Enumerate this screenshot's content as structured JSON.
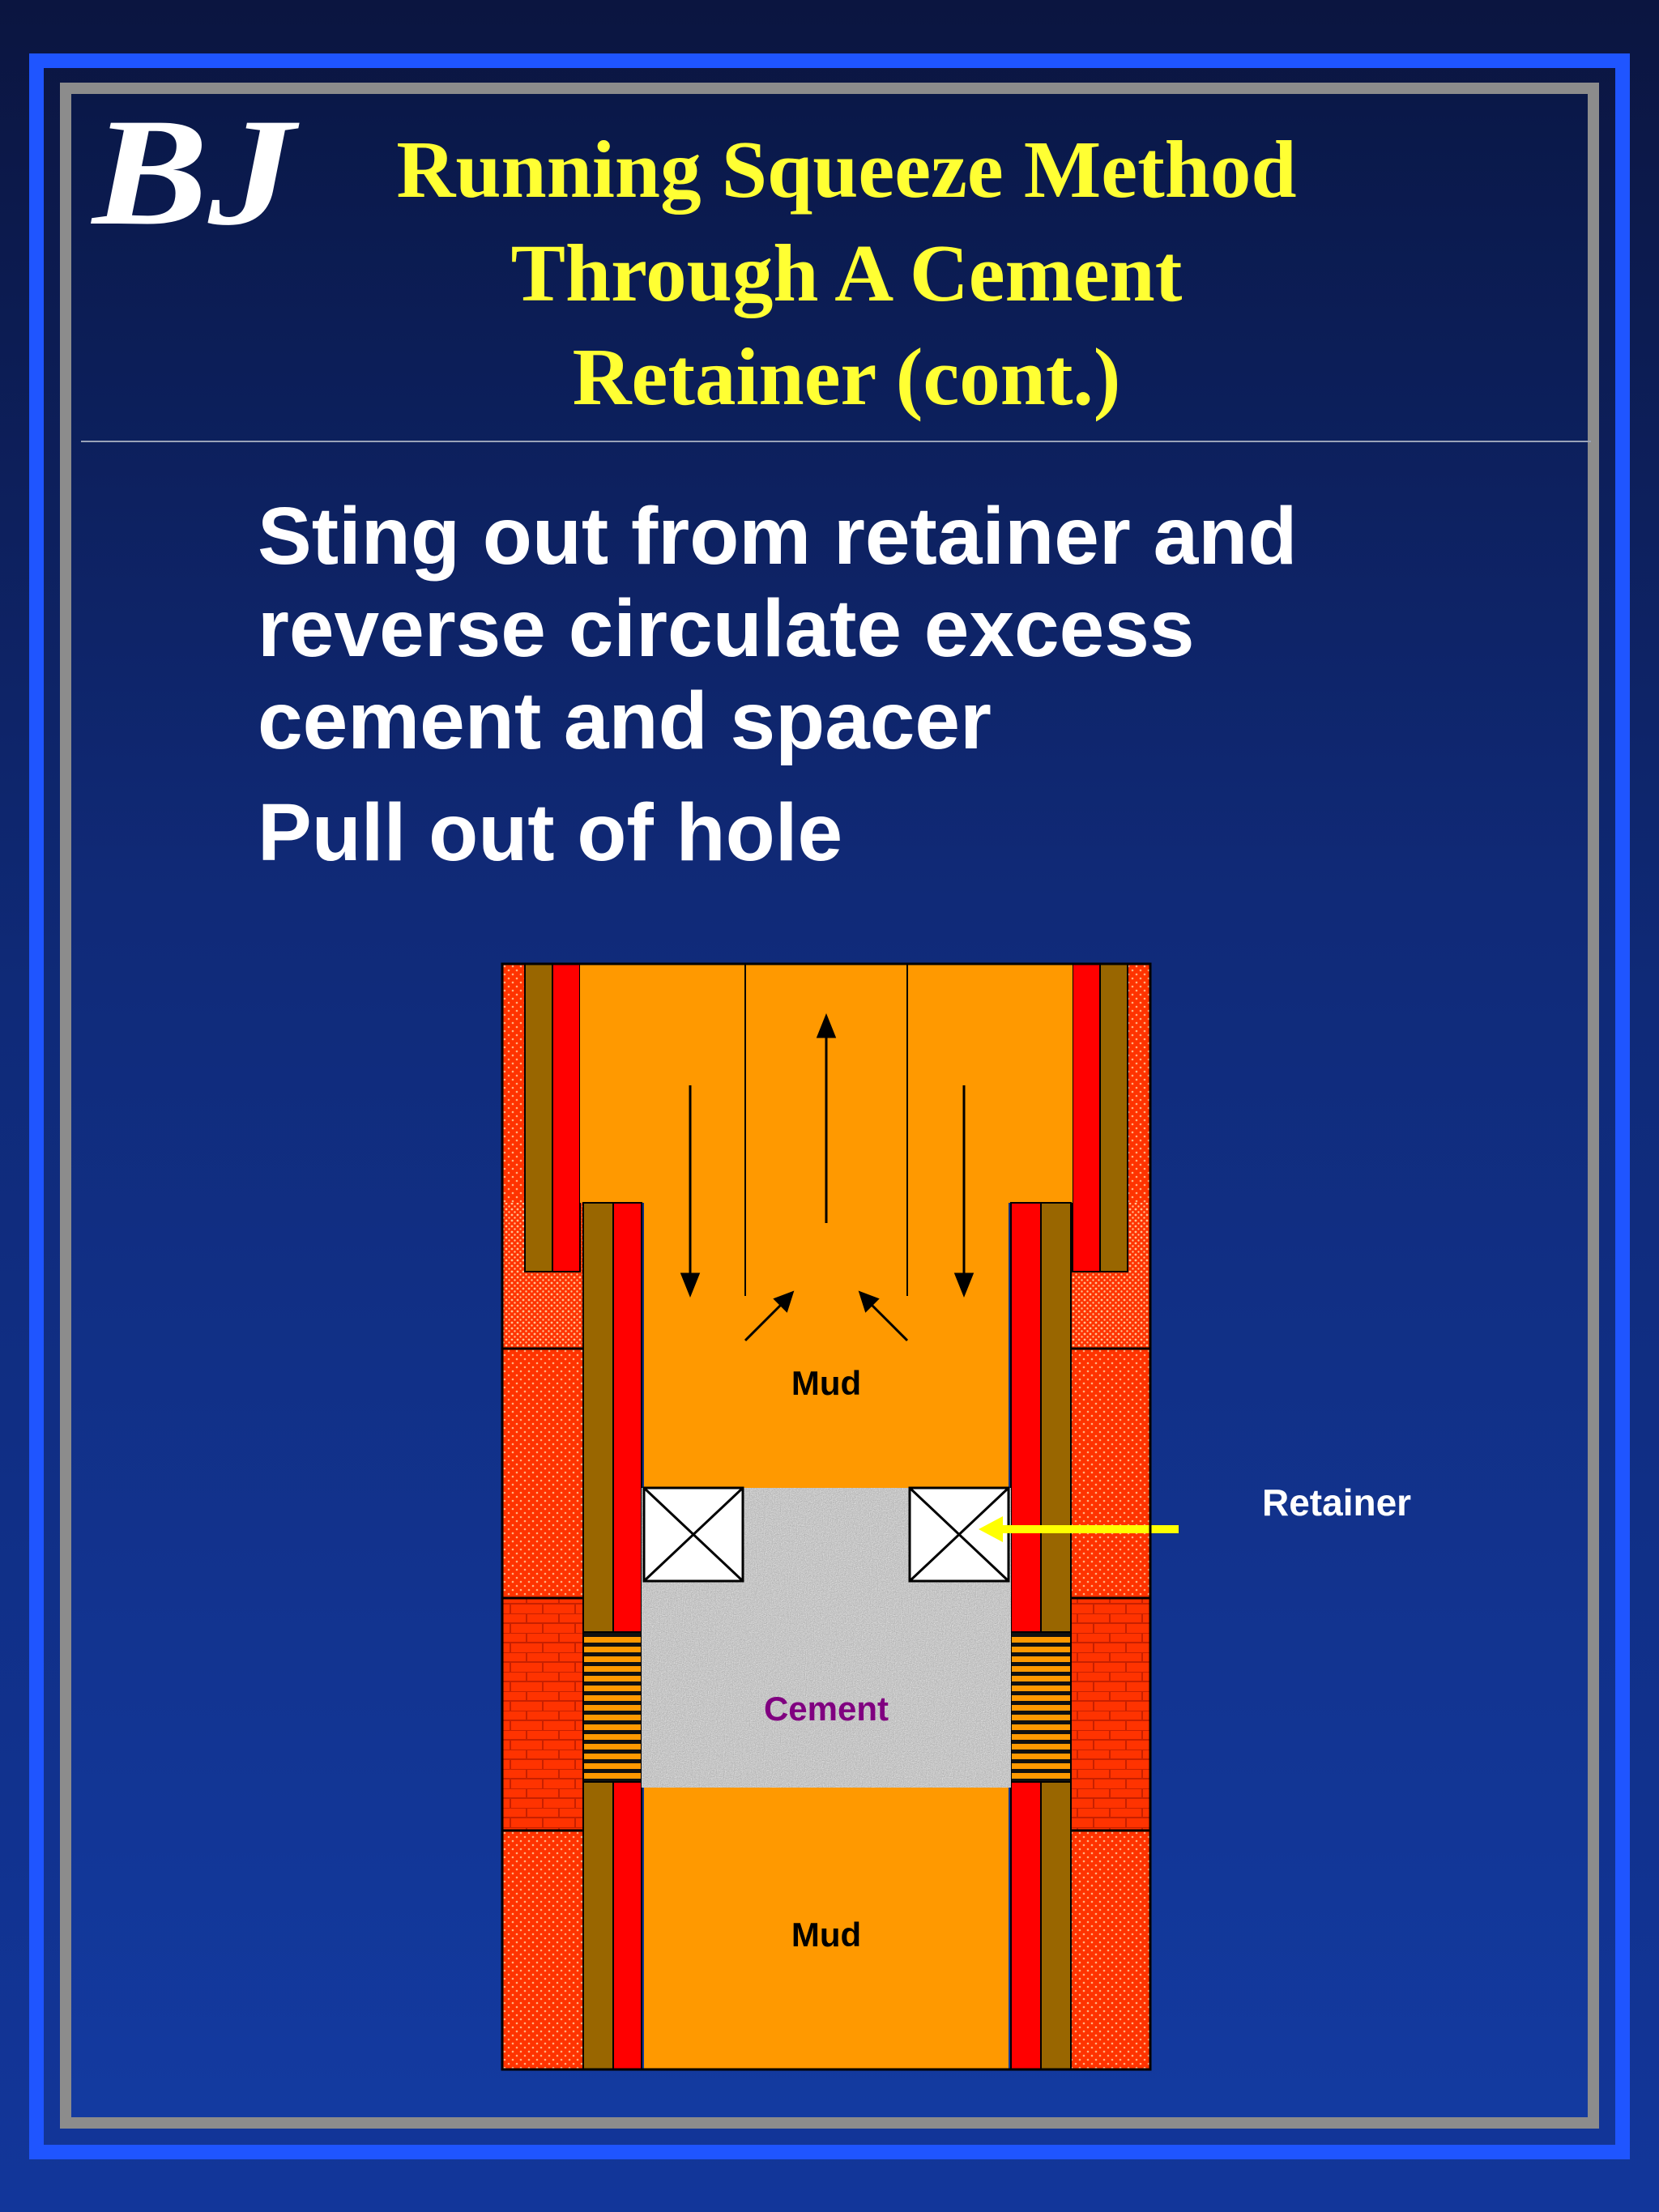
{
  "logo": {
    "text": "BJ"
  },
  "title": {
    "lines": [
      "Running Squeeze Method",
      "Through A Cement",
      "Retainer (cont.)"
    ]
  },
  "bullets": [
    {
      "lines": [
        "Sting out from retainer and",
        "reverse circulate excess",
        "cement and spacer"
      ]
    },
    {
      "lines": [
        "Pull out of hole"
      ]
    }
  ],
  "diagram": {
    "labels": {
      "mud_upper": "Mud",
      "cement": "Cement",
      "mud_lower": "Mud",
      "retainer": "Retainer"
    },
    "colors": {
      "mud": "#ff9900",
      "red": "#ff0000",
      "brown": "#996600",
      "brick": "#ff3300",
      "cement_label": "#800080",
      "arrow": "#ffff00",
      "background_frame": "#1f55ff"
    }
  }
}
